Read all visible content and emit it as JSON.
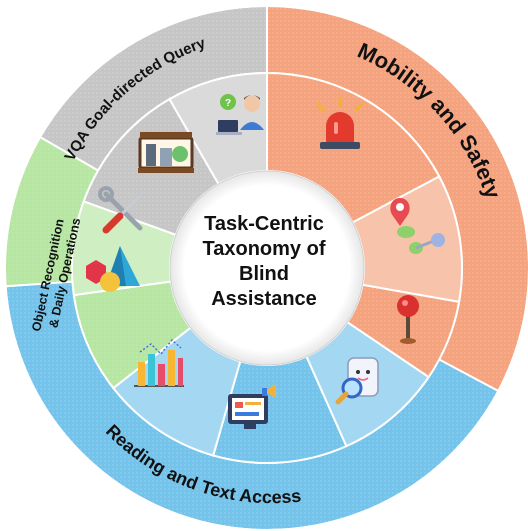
{
  "center": {
    "lines": [
      "Task-Centric",
      "Taxonomy of",
      "Blind",
      "Assistance"
    ]
  },
  "categories": [
    {
      "label": "Mobility and Safety",
      "color": "#f4a37e"
    },
    {
      "label": "Reading and Text Access",
      "color": "#74c3eb"
    },
    {
      "label": "Object Recognition",
      "label_line2": "& Daily Operations",
      "color": "#b6e6a2"
    },
    {
      "label": "VQA Goal-directed Query",
      "color": "#c6c6c6"
    }
  ],
  "icons": [
    {
      "name": "alarm-siren-icon"
    },
    {
      "name": "map-route-pin-icon"
    },
    {
      "name": "location-pin-icon"
    },
    {
      "name": "document-search-icon"
    },
    {
      "name": "computer-screen-icon"
    },
    {
      "name": "bar-chart-icon"
    },
    {
      "name": "geometric-shapes-icon"
    },
    {
      "name": "screwdriver-wrench-icon"
    },
    {
      "name": "building-scene-icon"
    },
    {
      "name": "person-question-laptop-icon"
    }
  ]
}
